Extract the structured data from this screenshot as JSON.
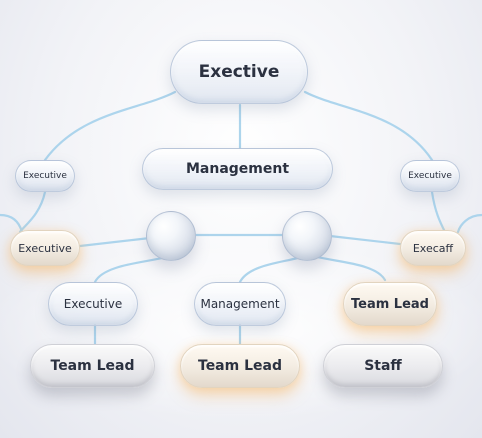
{
  "nodes": {
    "exec_top": "Exective",
    "mgmt_main": "Management",
    "exec_left_small": "Executive",
    "exec_right_small": "Executive",
    "exec_left_warm": "Executive",
    "exec_right_warm": "Execaff",
    "exec_mid": "Executive",
    "mgmt_mid": "Management",
    "teamlead_right": "Team Lead",
    "teamlead_1": "Team Lead",
    "teamlead_2": "Team Lead",
    "staff": "Staff"
  },
  "colors": {
    "connector": "#a9d3ec",
    "warm_glow": "#f5b766"
  }
}
